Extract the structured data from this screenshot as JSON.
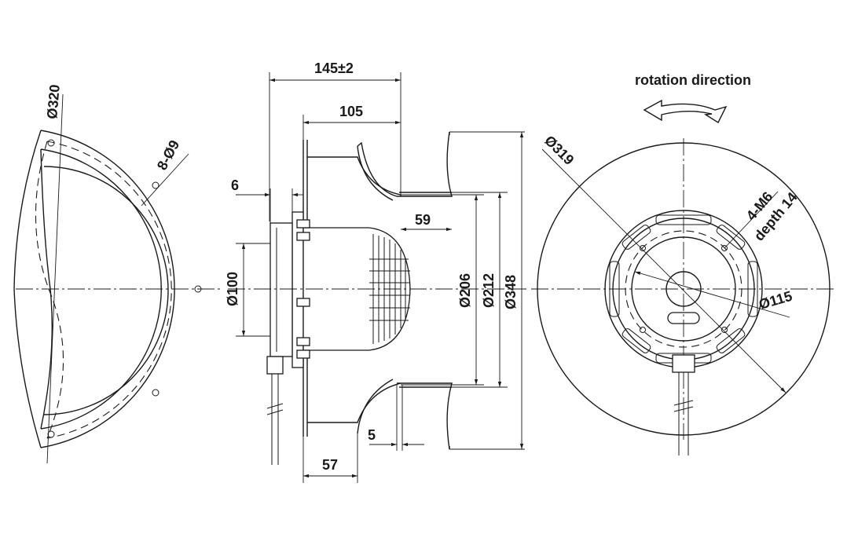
{
  "dimensions": {
    "overall_depth": "145±2",
    "blade_depth": "105",
    "flange_thickness": "6",
    "motor_offset": "59",
    "inlet_gap": "5",
    "inlet_depth": "57",
    "diameter_inlet": "Ø100",
    "diameter_206": "Ø206",
    "diameter_212": "Ø212",
    "diameter_348": "Ø348",
    "diameter_320": "Ø320",
    "diameter_319": "Ø319",
    "diameter_115": "Ø115",
    "holes": "8-Ø9",
    "thread": "4-M6",
    "thread_depth": "depth 14"
  },
  "rotation": {
    "label": "rotation direction"
  }
}
